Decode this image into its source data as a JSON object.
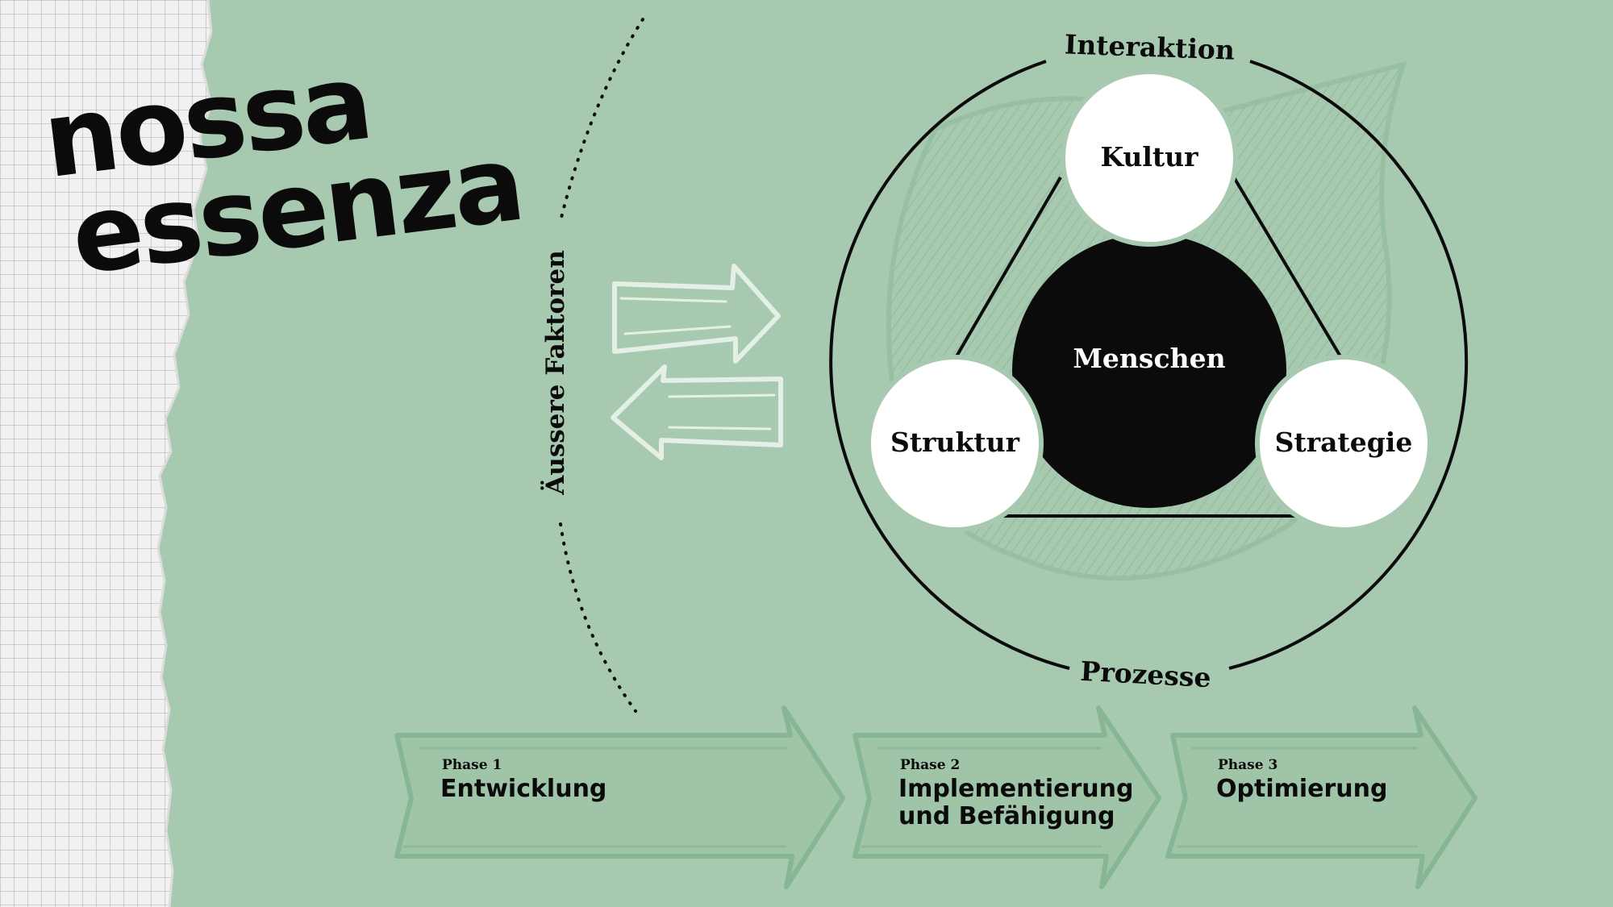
{
  "brand": {
    "line1": "nossa",
    "line2": "essenza"
  },
  "external": {
    "label": "Äussere Faktoren"
  },
  "model": {
    "center": "Menschen",
    "top": "Kultur",
    "left": "Struktur",
    "right": "Strategie",
    "ring_top": "Interaktion",
    "ring_bottom": "Prozesse"
  },
  "phases": [
    {
      "tag": "Phase 1",
      "line1": "Entwicklung",
      "line2": ""
    },
    {
      "tag": "Phase 2",
      "line1": "Implementierung",
      "line2": "und Befähigung"
    },
    {
      "tag": "Phase 3",
      "line1": "Optimierung",
      "line2": ""
    }
  ],
  "colors": {
    "background": "#a7c9b0",
    "arrow_fill": "#9fc4a8",
    "arrow_stroke": "#87b694",
    "accent_dark": "#0b0b0b",
    "paper": "#f1f1f1"
  }
}
